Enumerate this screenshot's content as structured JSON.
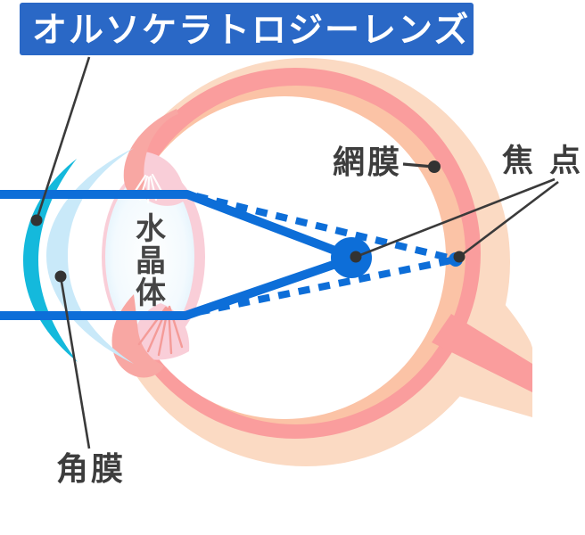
{
  "title": {
    "text": "オルソケラトロジーレンズ"
  },
  "diagram": {
    "labels": {
      "retina": "網膜",
      "focal_point": "焦点",
      "cornea": "角膜",
      "crystalline_lens_chars": [
        "水",
        "晶",
        "体"
      ]
    },
    "colors": {
      "banner_blue": "#2a68c6",
      "banner_text": "#ffffff",
      "ray_blue": "#0d6ed8",
      "orthok_lens_teal": "#14b9dc",
      "cornea_light_blue": "#c9e9f9",
      "sclera_peach": "#fbdac3",
      "choroid_pink": "#fa9d9d",
      "retina_layer_peach": "#fbc3a6",
      "eye_interior_white": "#ffffff",
      "ciliary_salmon": "#f8a7a3",
      "lens_rim_pink": "#f9ced8",
      "fan_line_salmon": "#f49b98",
      "label_gray": "#3d3d3d",
      "leader_line_gray": "#3a3a3a"
    }
  }
}
